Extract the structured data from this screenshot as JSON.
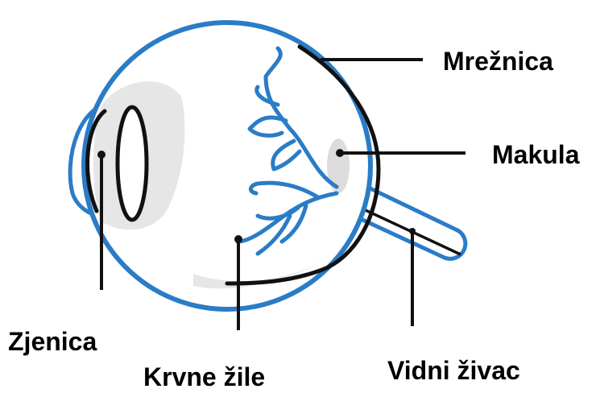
{
  "diagram": {
    "labels": {
      "retina": "Mrežnica",
      "macula": "Makula",
      "pupil": "Zjenica",
      "blood_vessels": "Krvne žile",
      "optic_nerve": "Vidni živac"
    }
  },
  "colors": {
    "eye_outline": "#2a7cc7",
    "vessels": "#2a7cc7",
    "tissue_fill": "#e6e6e6",
    "lines": "#111111"
  }
}
